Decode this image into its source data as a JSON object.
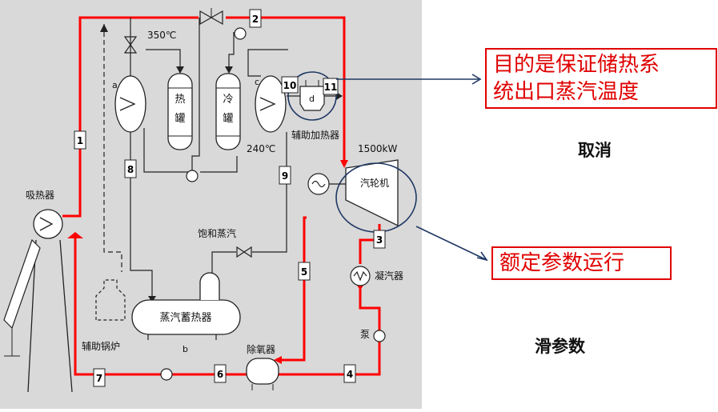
{
  "diagram": {
    "temp_hot": "350℃",
    "temp_cold": "240℃",
    "hot_tank": [
      "热",
      "罐"
    ],
    "cold_tank": [
      "冷",
      "罐"
    ],
    "turbine_power": "1500kW",
    "turbine": "汽轮机",
    "aux_heater": "辅助加热器",
    "absorber": "吸热器",
    "aux_boiler": "辅助锅炉",
    "steam_accumulator": "蒸汽蓄热器",
    "sat_steam": "饱和蒸汽",
    "deaerator": "除氧器",
    "condenser": "凝汽器",
    "pump": "泵",
    "letters": {
      "a": "a",
      "b": "b",
      "c": "c",
      "d": "d"
    },
    "nodes": [
      "1",
      "2",
      "3",
      "4",
      "5",
      "6",
      "7",
      "8",
      "9",
      "10",
      "11"
    ]
  },
  "callouts": {
    "top": [
      "目的是保证储热系",
      "统出口蒸汽温度"
    ],
    "bottom": "额定参数运行"
  },
  "labels": {
    "cancel": "取消",
    "sliding": "滑参数"
  },
  "colors": {
    "pipe_red": "#ff0000",
    "arrow_blue": "#1f3864",
    "background": "#d9d9d9"
  }
}
